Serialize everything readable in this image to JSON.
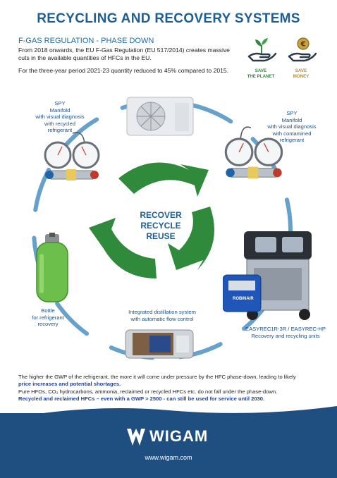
{
  "header": {
    "title": "RECYCLING AND RECOVERY SYSTEMS",
    "subtitle": "F-GAS REGULATION - PHASE DOWN",
    "intro": "From 2018 onwards, the EU F-Gas Regulation (EU 517/2014) creates massive cuts in the available quantities of HFCs in the EU.",
    "intro2": "For the three-year period 2021-23 quantity reduced to 45% compared to 2015."
  },
  "badges": [
    {
      "label_line1": "SAVE",
      "label_line2": "THE PLANET",
      "icon": "plant-in-hand-icon",
      "color": "#2c8a3a"
    },
    {
      "label_line1": "SAVE",
      "label_line2": "MONEY",
      "icon": "coin-in-hand-icon",
      "color": "#b88d2c"
    }
  ],
  "cycle": {
    "center_lines": [
      "RECOVER",
      "RECYCLE",
      "REUSE"
    ],
    "captions": {
      "spy_left": [
        "SPY",
        "Manifold",
        "with visual diagnosis",
        "with recycled",
        "refrigerant"
      ],
      "spy_right": [
        "SPY",
        "Manifold",
        "with visual diagnosis",
        "with contamined",
        "refrigerant"
      ],
      "bottle": [
        "Bottle",
        "for refrigerant",
        "recovery"
      ],
      "distillation": [
        "Integrated distillation system",
        "with automatic flow control"
      ],
      "easyrec": [
        "EASYREC1R-3R / EASYREC-HP",
        "Recovery and recycling units"
      ]
    },
    "easyrec_label": "ROBINAIR"
  },
  "footnotes": {
    "line1_plain": "The higher the GWP of the refrigerant, the more it will come under pressure by the HFC phase-down, leading to likely",
    "line2_blue": "price increases and potential shortages.",
    "line3_plain": "Pure HFOs, CO₂ hydrocarbons, ammonia, reclaimed or recycled HFCs etc. do not fall under the phase-down.",
    "line4_blue": "Recycled and reclaimed HFCs – even with a GWP > 2500 - can still be used for service until 2030."
  },
  "footer": {
    "brand": "WIGAM",
    "url": "www.wigam.com"
  },
  "colors": {
    "title_blue": "#1d5f95",
    "arrow_green": "#2f8a3c",
    "ring_blue": "#4a90c2",
    "footer_navy": "#1f4f80"
  }
}
